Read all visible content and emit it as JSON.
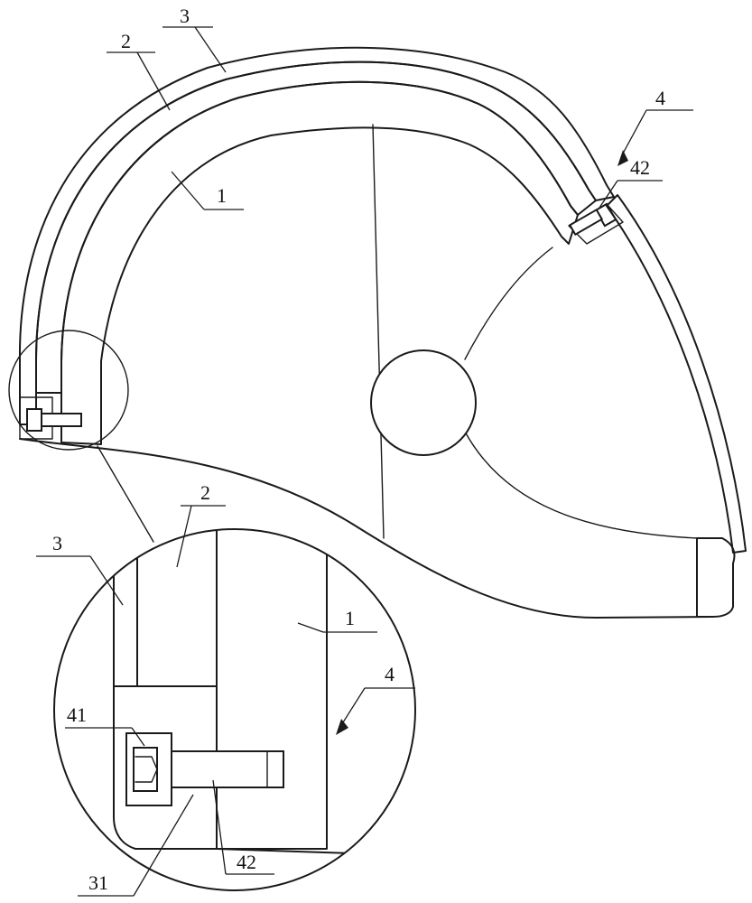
{
  "labels": {
    "outer_shell": "3",
    "middle_layer": "2",
    "inner_liner": "1",
    "fastener_assembly": "4",
    "screw": "42",
    "detail_outer_shell": "3",
    "detail_middle_layer": "2",
    "detail_inner_liner": "1",
    "detail_fastener_assembly": "4",
    "detail_screw_head": "41",
    "detail_screw": "42",
    "detail_shell_lip": "31"
  },
  "colors": {
    "line": "#1a1a1a",
    "background": "#ffffff"
  }
}
